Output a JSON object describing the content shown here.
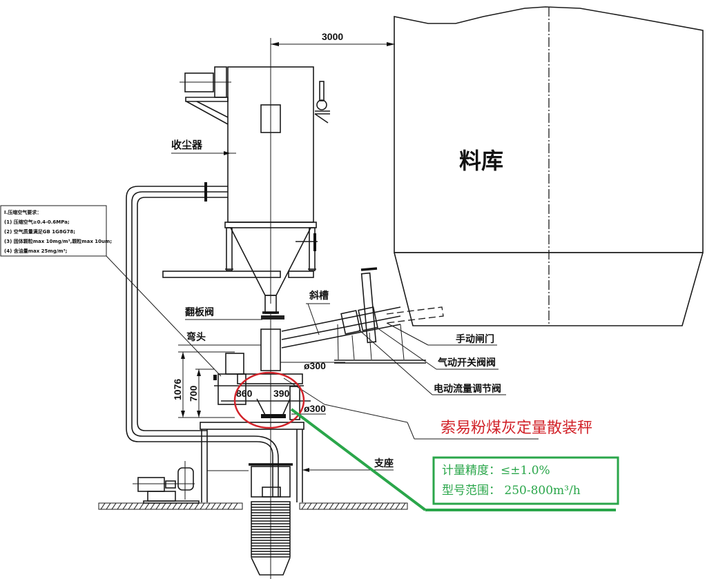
{
  "title": "索易粉煤灰定量散装秤",
  "colors": {
    "line": "#1a1a1a",
    "highlight_circle": "#d2232a",
    "title_red": "#d2232a",
    "spec_green": "#2aa64a"
  },
  "silo": {
    "label": "料库"
  },
  "dimensions": {
    "top_distance": "3000",
    "height_total": "1076",
    "height_inner": "700",
    "width_left": "860",
    "width_right": "390",
    "pipe_upper": "ø300",
    "pipe_lower": "ø300"
  },
  "components": {
    "dust_collector": "收尘器",
    "flap_valve": "翻板阀",
    "elbow": "弯头",
    "chute": "斜槽",
    "manual_gate": "手动闸门",
    "pneumatic_valve": "气动开关阀阀",
    "electric_flow_valve": "电动流量调节阀",
    "support": "支座"
  },
  "note_box": {
    "heading": "Ⅰ.压缩空气要求：",
    "lines": [
      "(1) 压缩空气≥0.4-0.6MPa;",
      "(2) 空气质量满足GB 1G8G78;",
      "(3) 固体颗粒max 10mg/m³,颗粒max 10um;",
      "(4) 含油量max 25mg/m³;"
    ]
  },
  "specs": [
    {
      "label": "计量精度：",
      "value": "≤±1.0%"
    },
    {
      "label": "型号范围：",
      "value": " 250-800m³/h"
    }
  ]
}
